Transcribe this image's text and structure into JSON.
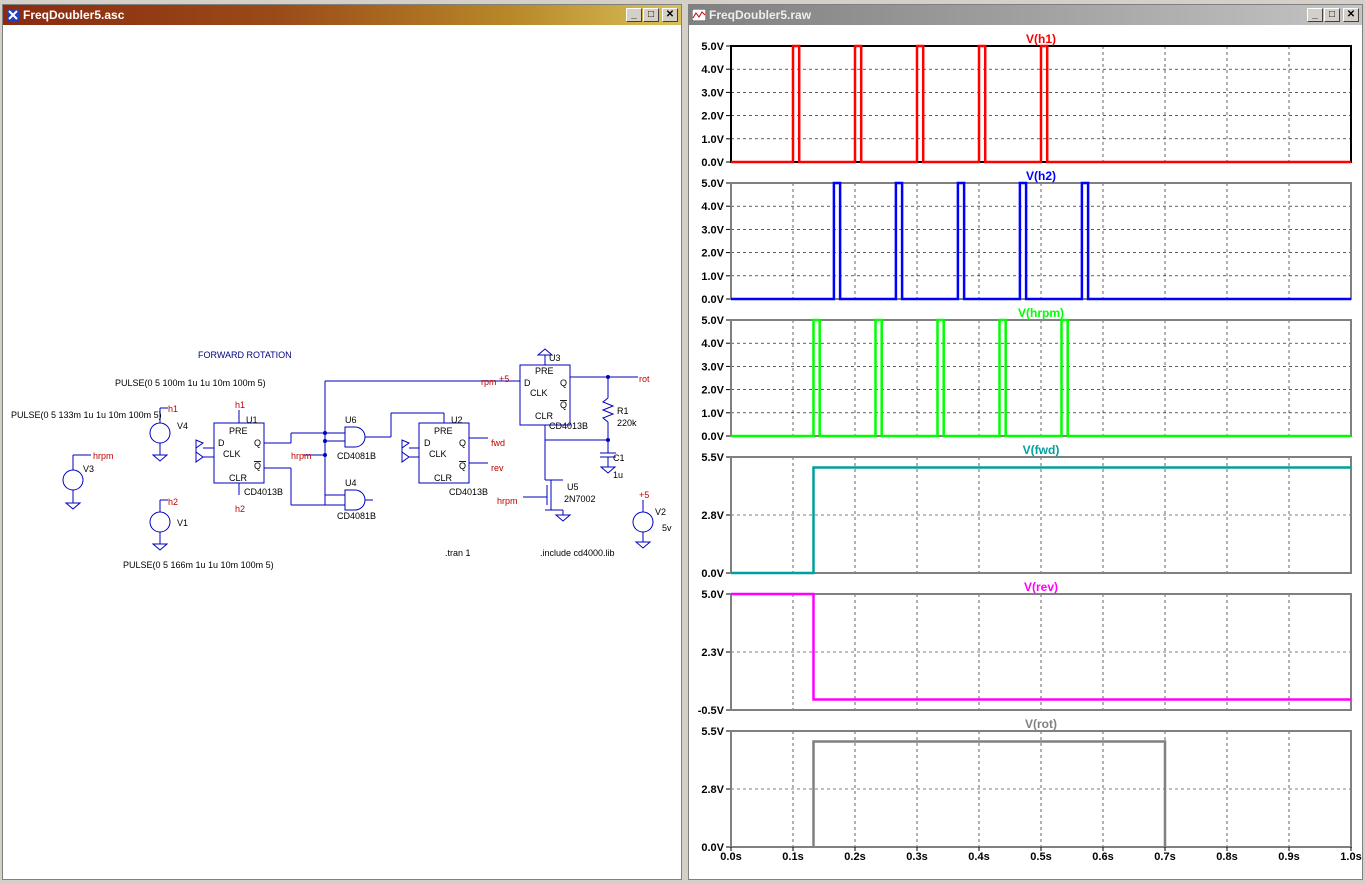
{
  "left_window": {
    "title": "FreqDoubler5.asc",
    "buttons": {
      "minimize": "_",
      "maximize": "□",
      "close": "✕"
    }
  },
  "right_window": {
    "title": "FreqDoubler5.raw",
    "buttons": {
      "minimize": "_",
      "maximize": "□",
      "close": "✕"
    }
  },
  "schematic": {
    "heading": "FORWARD ROTATION",
    "pulse_v4": "PULSE(0 5 100m 1u 1u 10m 100m 5)",
    "pulse_v4b": "PULSE(0 5 133m 1u 1u 10m 100m 5)",
    "pulse_v1": "PULSE(0 5 166m 1u 1u 10m 100m 5)",
    "tran": ".tran 1",
    "include": ".include cd4000.lib",
    "v3": "V3",
    "v4": "V4",
    "v1": "V1",
    "v2": "V2",
    "v2_val": "5v",
    "net_h1": "h1",
    "net_h2": "h2",
    "net_hrpm": "hrpm",
    "net_fwd": "fwd",
    "net_rev": "rev",
    "net_rot": "rot",
    "net_rpm": "rpm",
    "net_plus5": "+5",
    "u1": "U1",
    "u2": "U2",
    "u3": "U3",
    "u4": "U4",
    "u5": "U5",
    "u6": "U6",
    "cd4013b": "CD4013B",
    "cd4081b": "CD4081B",
    "n7002": "2N7002",
    "r1": "R1",
    "r1_val": "220k",
    "c1": "C1",
    "c1_val": "1u",
    "pin_pre": "PRE",
    "pin_clr": "CLR",
    "pin_d": "D",
    "pin_clk": "CLK",
    "pin_q": "Q",
    "pin_qbar": "Q"
  },
  "colors": {
    "h1": "#ff0000",
    "h2": "#0000ff",
    "hrpm": "#00ff00",
    "fwd": "#00a0a0",
    "rev": "#ff00ff",
    "rot": "#808080",
    "schematic_wire": "#0000c0",
    "schematic_net": "#c00000"
  },
  "chart_data": [
    {
      "type": "line",
      "title": "V(h1)",
      "ylim": [
        0,
        5
      ],
      "yticks": [
        "5.0V",
        "4.0V",
        "3.0V",
        "2.0V",
        "1.0V",
        "0.0V"
      ],
      "xlim": [
        0,
        1
      ],
      "pulses": [
        [
          0.1,
          0.11
        ],
        [
          0.2,
          0.21
        ],
        [
          0.3,
          0.31
        ],
        [
          0.4,
          0.41
        ],
        [
          0.5,
          0.51
        ]
      ],
      "low": 0,
      "high": 5,
      "color": "#ff0000"
    },
    {
      "type": "line",
      "title": "V(h2)",
      "ylim": [
        0,
        5
      ],
      "yticks": [
        "5.0V",
        "4.0V",
        "3.0V",
        "2.0V",
        "1.0V",
        "0.0V"
      ],
      "xlim": [
        0,
        1
      ],
      "pulses": [
        [
          0.166,
          0.176
        ],
        [
          0.266,
          0.276
        ],
        [
          0.366,
          0.376
        ],
        [
          0.466,
          0.476
        ],
        [
          0.566,
          0.576
        ]
      ],
      "low": 0,
      "high": 5,
      "color": "#0000ff"
    },
    {
      "type": "line",
      "title": "V(hrpm)",
      "ylim": [
        0,
        5
      ],
      "yticks": [
        "5.0V",
        "4.0V",
        "3.0V",
        "2.0V",
        "1.0V",
        "0.0V"
      ],
      "xlim": [
        0,
        1
      ],
      "pulses": [
        [
          0.133,
          0.143
        ],
        [
          0.233,
          0.243
        ],
        [
          0.333,
          0.343
        ],
        [
          0.433,
          0.443
        ],
        [
          0.533,
          0.543
        ]
      ],
      "low": 0,
      "high": 5,
      "color": "#00ff00"
    },
    {
      "type": "line",
      "title": "V(fwd)",
      "ylim": [
        0,
        5.5
      ],
      "yticks": [
        "5.5V",
        "2.8V",
        "0.0V"
      ],
      "xlim": [
        0,
        1
      ],
      "steps": [
        [
          0,
          0
        ],
        [
          0.133,
          0
        ],
        [
          0.133,
          5
        ],
        [
          1,
          5
        ]
      ],
      "color": "#00a0a0"
    },
    {
      "type": "line",
      "title": "V(rev)",
      "ylim": [
        -0.5,
        5
      ],
      "yticks": [
        "5.0V",
        "2.3V",
        "-0.5V"
      ],
      "xlim": [
        0,
        1
      ],
      "steps": [
        [
          0,
          5
        ],
        [
          0.133,
          5
        ],
        [
          0.133,
          0
        ],
        [
          1,
          0
        ]
      ],
      "color": "#ff00ff"
    },
    {
      "type": "line",
      "title": "V(rot)",
      "ylim": [
        0,
        5.5
      ],
      "yticks": [
        "5.5V",
        "2.8V",
        "0.0V"
      ],
      "xlim": [
        0,
        1
      ],
      "steps": [
        [
          0.133,
          0
        ],
        [
          0.133,
          5
        ],
        [
          0.7,
          5
        ],
        [
          0.7,
          0
        ]
      ],
      "color": "#808080"
    }
  ],
  "x_axis_ticks": [
    "0.0s",
    "0.1s",
    "0.2s",
    "0.3s",
    "0.4s",
    "0.5s",
    "0.6s",
    "0.7s",
    "0.8s",
    "0.9s",
    "1.0s"
  ]
}
